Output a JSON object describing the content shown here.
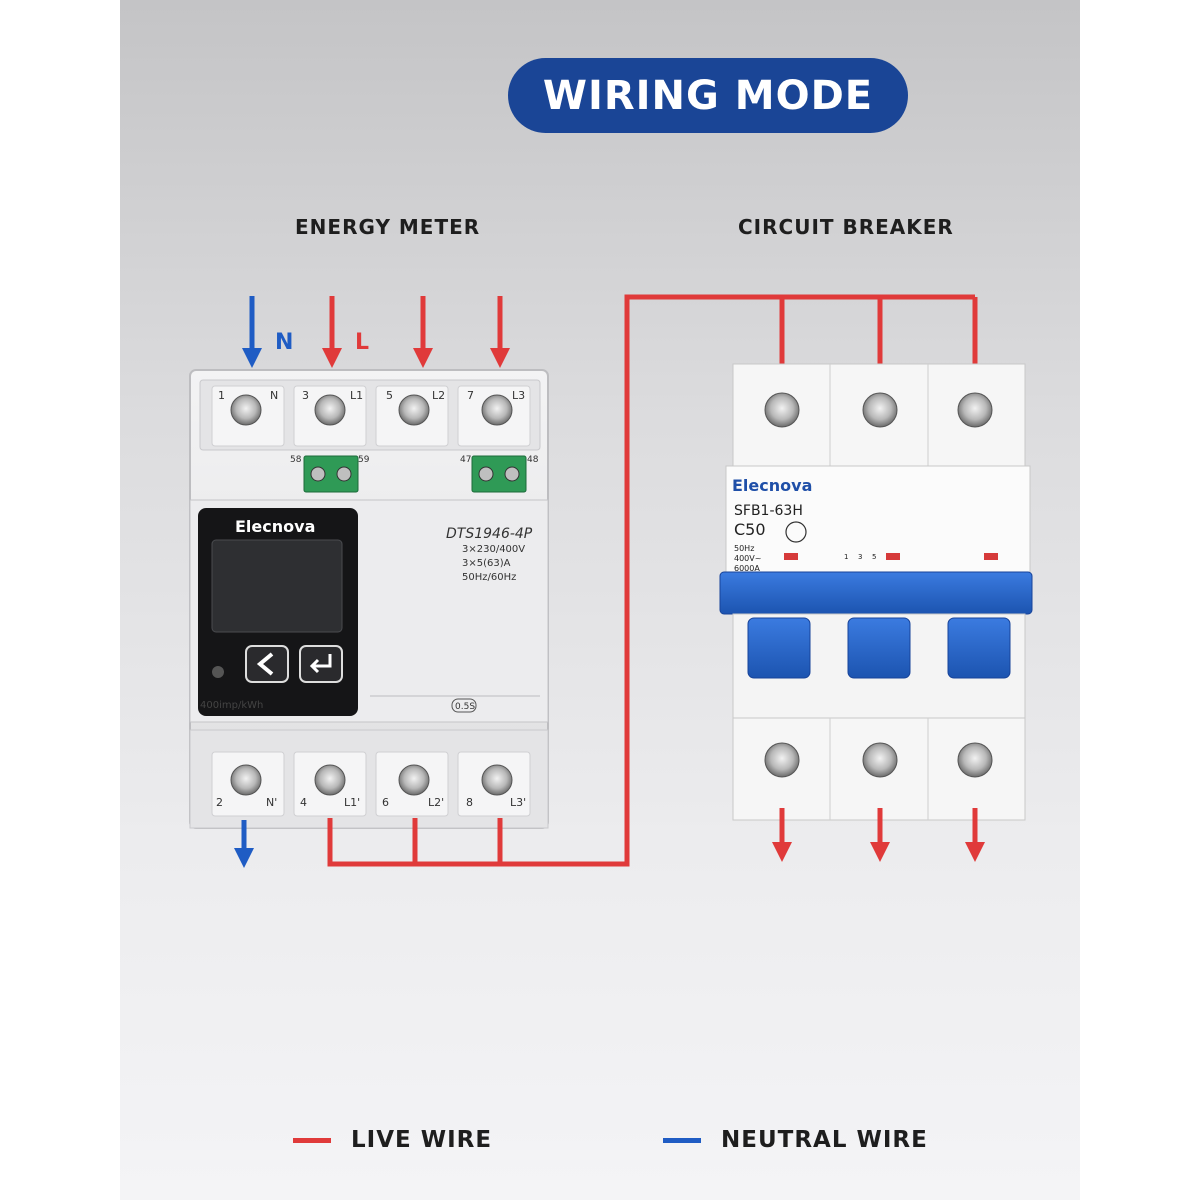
{
  "title": "WIRING MODE",
  "labels": {
    "meter": "ENERGY METER",
    "breaker": "CIRCUIT BREAKER",
    "neutral_letter": "N",
    "live_letter": "L"
  },
  "meter": {
    "brand": "Elecnova",
    "model": "DTS1946-4P",
    "spec_voltage": "3×230/400V",
    "spec_current": "3×5(63)A",
    "spec_freq": "50Hz/60Hz",
    "pulse": "400imp/kWh",
    "accuracy": "0.5S",
    "top_terminals": [
      {
        "num": "1",
        "name": "N"
      },
      {
        "num": "3",
        "name": "L1"
      },
      {
        "num": "5",
        "name": "L2"
      },
      {
        "num": "7",
        "name": "L3"
      }
    ],
    "bottom_terminals": [
      {
        "num": "2",
        "name": "N'"
      },
      {
        "num": "4",
        "name": "L1'"
      },
      {
        "num": "6",
        "name": "L2'"
      },
      {
        "num": "8",
        "name": "L3'"
      }
    ],
    "aux_terminals": [
      "58",
      "59",
      "47",
      "48"
    ]
  },
  "breaker": {
    "brand": "Elecnova",
    "model": "SFB1-63H",
    "rating": "C50",
    "freq": "50Hz",
    "voltage": "400V~",
    "capacity": "6000A",
    "pole_marks": [
      "1",
      "3",
      "5"
    ]
  },
  "legend": {
    "live": "LIVE WIRE",
    "neutral": "NEUTRAL WIRE"
  },
  "colors": {
    "live": "#e03a3a",
    "neutral": "#1f5cc4",
    "title_bg": "#1a4596",
    "breaker_handle": "#2463c6"
  }
}
